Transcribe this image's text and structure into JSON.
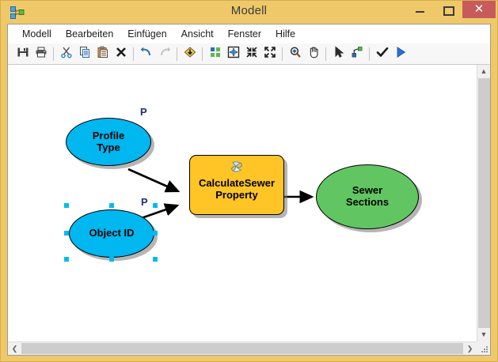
{
  "window": {
    "title": "Modell",
    "app_icon": "model-builder-icon",
    "controls": {
      "minimize": "minimize-icon",
      "maximize": "maximize-icon",
      "close_label": "✕"
    },
    "frame_color": "#efc969",
    "close_color": "#c75b5b"
  },
  "menubar": {
    "items": [
      {
        "label": "Modell"
      },
      {
        "label": "Bearbeiten"
      },
      {
        "label": "Einfügen"
      },
      {
        "label": "Ansicht"
      },
      {
        "label": "Fenster"
      },
      {
        "label": "Hilfe"
      }
    ]
  },
  "toolbar": {
    "groups": [
      {
        "buttons": [
          {
            "name": "save-icon",
            "title": "Speichern"
          },
          {
            "name": "print-icon",
            "title": "Drucken"
          }
        ]
      },
      {
        "buttons": [
          {
            "name": "cut-icon",
            "title": "Ausschneiden"
          },
          {
            "name": "copy-icon",
            "title": "Kopieren"
          },
          {
            "name": "paste-icon",
            "title": "Einfügen"
          },
          {
            "name": "delete-icon",
            "title": "Löschen"
          }
        ]
      },
      {
        "buttons": [
          {
            "name": "undo-icon",
            "title": "Rückgängig"
          },
          {
            "name": "redo-icon",
            "title": "Wiederherstellen"
          }
        ]
      },
      {
        "buttons": [
          {
            "name": "auto-layout-icon",
            "title": "Automatisches Layout"
          }
        ]
      },
      {
        "buttons": [
          {
            "name": "diagram-properties-icon",
            "title": "Diagrammeigenschaften"
          },
          {
            "name": "full-view-icon",
            "title": "Ganzes Modell anzeigen"
          },
          {
            "name": "zoom-out-icon",
            "title": "Verkleinern"
          },
          {
            "name": "zoom-in-icon",
            "title": "Vergrößern"
          }
        ]
      },
      {
        "buttons": [
          {
            "name": "magnifier-icon",
            "title": "Zoomen"
          },
          {
            "name": "pan-hand-icon",
            "title": "Verschieben"
          }
        ]
      },
      {
        "buttons": [
          {
            "name": "select-pointer-icon",
            "title": "Auswahl"
          },
          {
            "name": "connect-icon",
            "title": "Verbinden"
          }
        ]
      },
      {
        "buttons": [
          {
            "name": "validate-check-icon",
            "title": "Modell prüfen"
          },
          {
            "name": "run-play-icon",
            "title": "Modell ausführen"
          }
        ]
      }
    ]
  },
  "diagram": {
    "colors": {
      "variable_blue": "#00b7f0",
      "tool_orange": "#ffc425",
      "output_green": "#61c661",
      "outline": "#000000",
      "shadow": "rgba(120,120,120,0.55)",
      "handle": "#00baf0",
      "parameter_label": "#1f2f7a"
    },
    "nodes": [
      {
        "id": "profile-type",
        "kind": "input-variable",
        "shape": "ellipse",
        "label": "Profile\nType",
        "line1": "Profile",
        "line2": "Type",
        "parameter_badge": "P",
        "selected": false
      },
      {
        "id": "object-id",
        "kind": "input-variable",
        "shape": "ellipse",
        "label": "Object ID",
        "line1": "Object ID",
        "line2": "",
        "parameter_badge": "P",
        "selected": true
      },
      {
        "id": "calculate-sewer-property",
        "kind": "tool",
        "shape": "rounded-rect",
        "label": "CalculateSewer Property",
        "line1": "CalculateSewer",
        "line2": "Property",
        "icon": "script-tool-icon",
        "selected": false
      },
      {
        "id": "sewer-sections",
        "kind": "derived-variable",
        "shape": "ellipse",
        "label": "Sewer Sections",
        "line1": "Sewer",
        "line2": "Sections",
        "selected": false
      }
    ],
    "connectors": [
      {
        "from": "profile-type",
        "to": "calculate-sewer-property"
      },
      {
        "from": "object-id",
        "to": "calculate-sewer-property"
      },
      {
        "from": "calculate-sewer-property",
        "to": "sewer-sections"
      }
    ]
  },
  "scrollbars": {
    "vertical": {
      "up": "▲",
      "down": "▼"
    },
    "horizontal": {
      "left": "❮",
      "right": "❯"
    }
  }
}
